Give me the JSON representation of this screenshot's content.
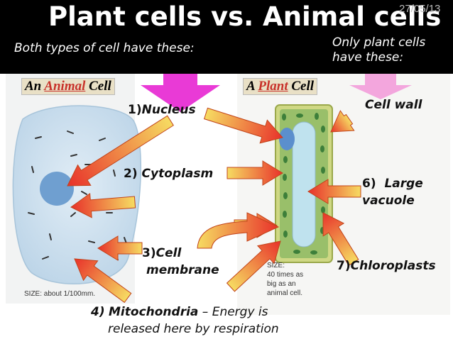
{
  "header": {
    "title": "Plant cells vs. Animal cells",
    "date": "27/05/13",
    "both_types": "Both types of cell have these:",
    "only_plant_line1": "Only plant cells",
    "only_plant_line2": "have these:"
  },
  "images": {
    "animal_label_prefix": "An",
    "animal_label_kw": "Animal",
    "animal_label_suffix": "Cell",
    "animal_size": "SIZE: about 1/100mm.",
    "plant_label_prefix": "A",
    "plant_label_kw": "Plant",
    "plant_label_suffix": "Cell",
    "plant_size_lines": [
      "SIZE:",
      "40 times as",
      "big as an",
      "animal cell."
    ]
  },
  "labels": {
    "nucleus_num": "1)",
    "nucleus": "Nucleus",
    "cytoplasm_num": "2)",
    "cytoplasm": "Cytoplasm",
    "membrane_num": "3)",
    "membrane_line1": "Cell",
    "membrane_line2": "membrane",
    "mito_num": "4)",
    "mito": "Mitochondria",
    "mito_desc_1": "– Energy is",
    "mito_desc_2": "released here by respiration",
    "cell_wall": "Cell wall",
    "vacuole_num": "6)",
    "vacuole_line1": "Large",
    "vacuole_line2": "vacuole",
    "chloro_num": "7)",
    "chloro": "Chloroplasts"
  },
  "colors": {
    "arrow_start": "#f6dc62",
    "arrow_end": "#e8312a",
    "callout_magenta": "#e93ad6",
    "callout_pink": "#f3a6dd",
    "animal_cell": "#cfe1ee",
    "animal_nucleus": "#6f9fd0",
    "plant_wall": "#cfd884",
    "plant_cytoplasm": "#99bf6a",
    "vacuole": "#bfe2ee",
    "chloroplast": "#3d7f3a"
  }
}
